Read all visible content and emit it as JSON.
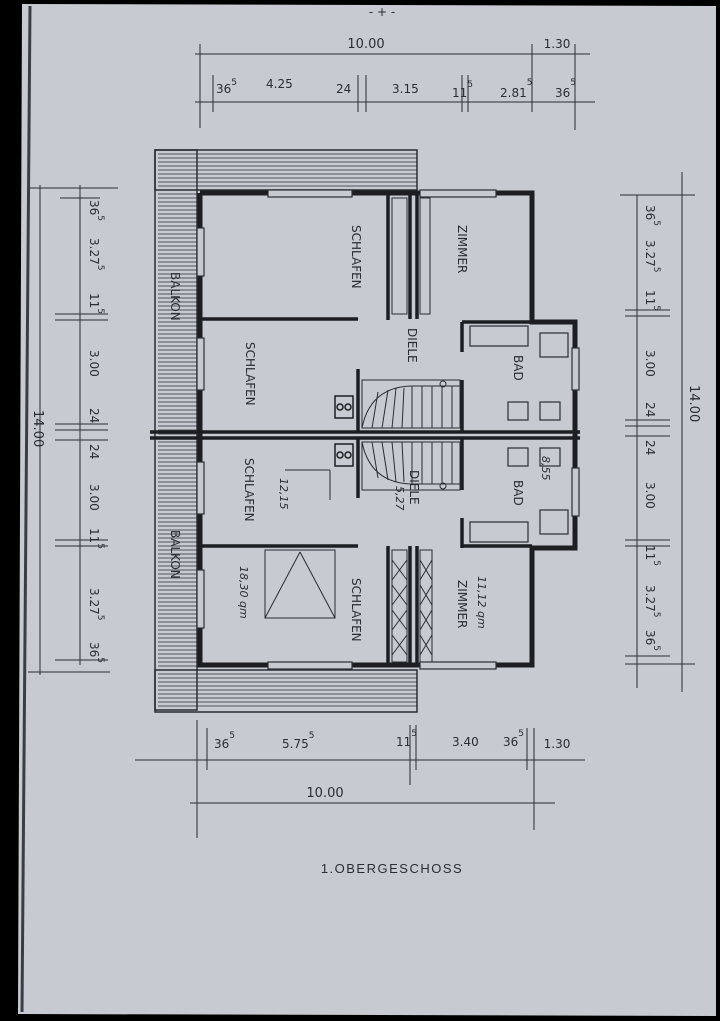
{
  "plan": {
    "caption": "1.OBERGESCHOSS",
    "top_mark": "- + -",
    "colors": {
      "paper": "#c8ccd2",
      "ink": "#2a2d33",
      "frame": "#000000"
    }
  },
  "dims_top": {
    "overall": "10.00",
    "overhang": "1.30",
    "d1_base": "36",
    "d1_sup": "5",
    "d2": "4.25",
    "d3": "24",
    "d4": "3.15",
    "d5_base": "11",
    "d5_sup": "5",
    "d6_base": "2.81",
    "d6_sup": "5",
    "d7_base": "36",
    "d7_sup": "5"
  },
  "dims_bottom": {
    "overall": "10.00",
    "overhang": "1.30",
    "d1_base": "36",
    "d1_sup": "5",
    "d2_base": "5.75",
    "d2_sup": "5",
    "d3_base": "11",
    "d3_sup": "5",
    "d4": "3.40",
    "d5_base": "36",
    "d5_sup": "5"
  },
  "dims_left": {
    "overall": "14.00",
    "v1_base": "36",
    "v1_sup": "5",
    "v2_base": "3.27",
    "v2_sup": "5",
    "v3_base": "11",
    "v3_sup": "5",
    "v4": "3.00",
    "v5": "24",
    "v6": "24",
    "v7": "3.00",
    "v8_base": "11",
    "v8_sup": "5",
    "v9_base": "3.27",
    "v9_sup": "5",
    "v10_base": "36",
    "v10_sup": "5"
  },
  "dims_right": {
    "overall": "14.00",
    "v1_base": "36",
    "v1_sup": "5",
    "v2_base": "3.27",
    "v2_sup": "5",
    "v3_base": "11",
    "v3_sup": "5",
    "v4": "3.00",
    "v5": "24",
    "v6": "24",
    "v7": "3.00",
    "v8_base": "11",
    "v8_sup": "5",
    "v9_base": "3.27",
    "v9_sup": "5",
    "v10_base": "36",
    "v10_sup": "5"
  },
  "rooms": {
    "schlafen_top_right": "SCHLAFEN",
    "zimmer_top": "ZIMMER",
    "balkon_top": "BALKON",
    "schlafen_top_left": "SCHLAFEN",
    "diele_top": "DIELE",
    "bad_top": "BAD",
    "schlafen_mid": "SCHLAFEN",
    "diele_bottom": "DIELE",
    "bad_bottom": "BAD",
    "balkon_bottom": "BALKON",
    "schlafen_bottom": "SCHLAFEN",
    "zimmer_bottom": "ZIMMER"
  },
  "handwritten": {
    "area_schlafen_mid": "12,15",
    "area_diele": "5,27",
    "area_bad": "8,55",
    "area_schlafen_bottom": "18,30 qm",
    "area_zimmer_bottom": "11,12 qm"
  }
}
